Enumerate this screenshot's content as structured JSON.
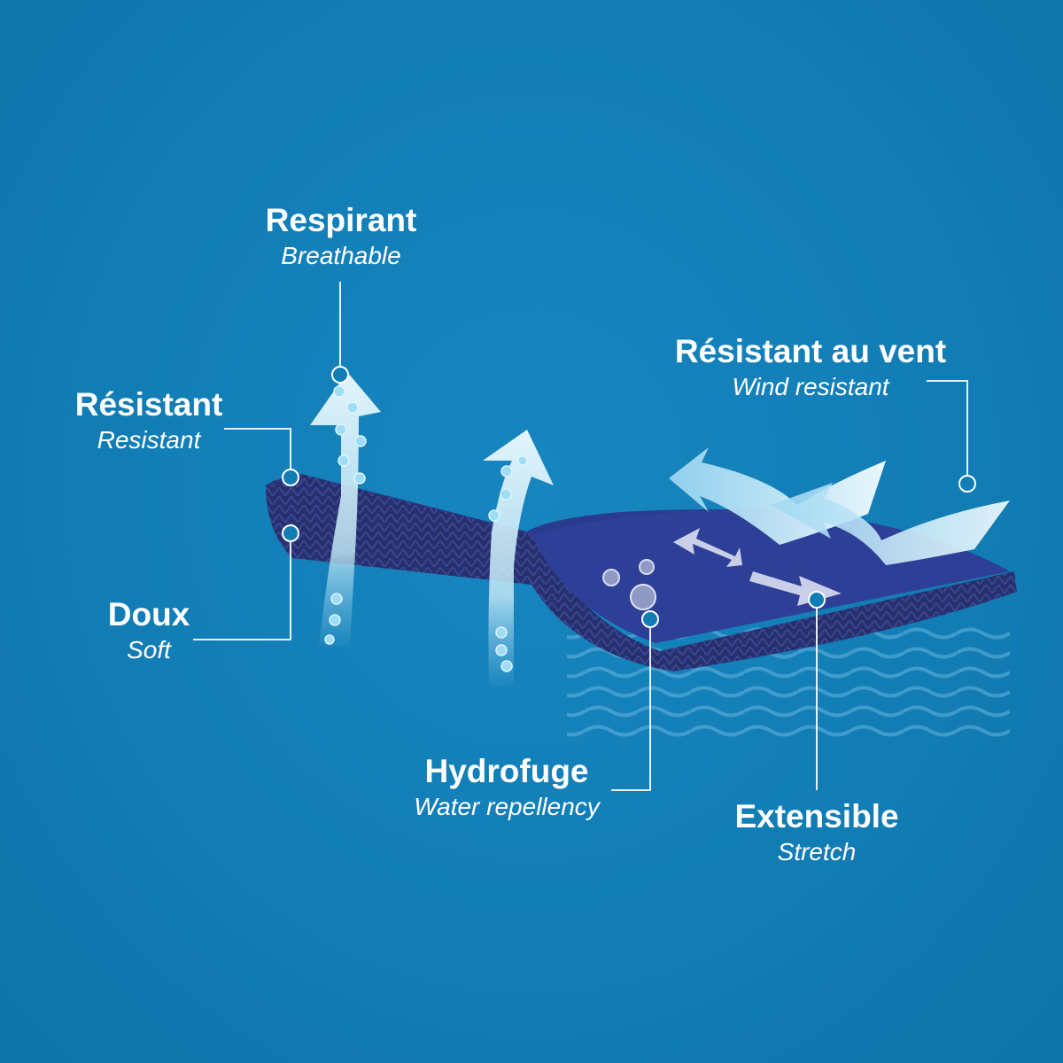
{
  "features": [
    {
      "id": "respirant",
      "title": "Respirant",
      "subtitle": "Breathable"
    },
    {
      "id": "resistant",
      "title": "Résistant",
      "subtitle": "Resistant"
    },
    {
      "id": "doux",
      "title": "Doux",
      "subtitle": "Soft"
    },
    {
      "id": "vent",
      "title": "Résistant au vent",
      "subtitle": "Wind resistant"
    },
    {
      "id": "hydrofuge",
      "title": "Hydrofuge",
      "subtitle": "Water repellency"
    },
    {
      "id": "extensible",
      "title": "Extensible",
      "subtitle": "Stretch"
    }
  ],
  "colors": {
    "background": "#127db5",
    "fabric_top": "#2a3b8c",
    "fabric_side": "#1f2a63",
    "arrow": "#bfe6f5",
    "text": "#ffffff"
  }
}
